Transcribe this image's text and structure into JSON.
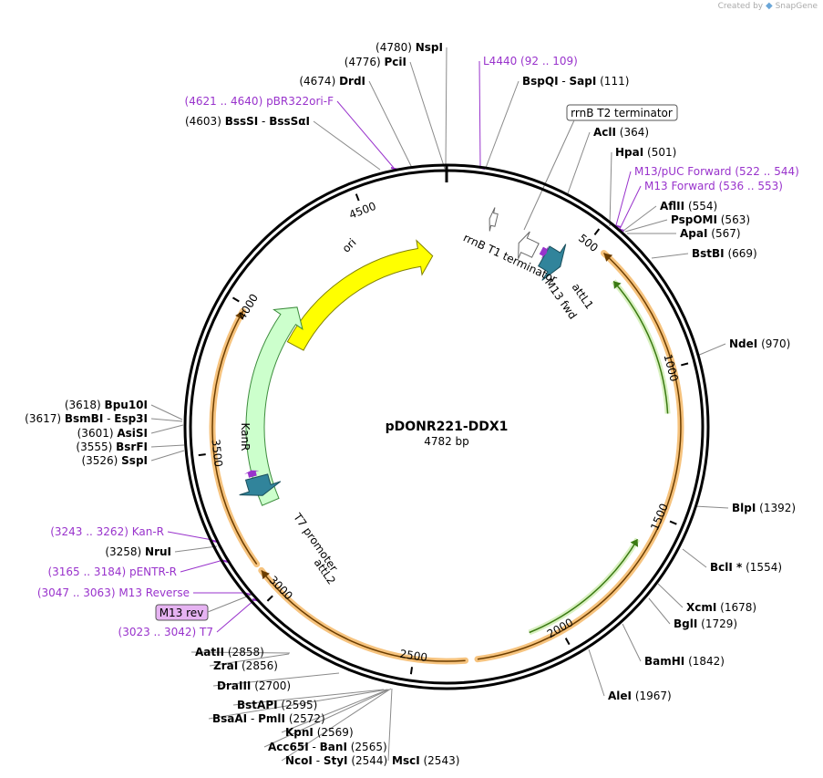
{
  "credit": {
    "created_by": "Created by",
    "app": "SnapGene"
  },
  "plasmid": {
    "name": "pDONR221-DDX1",
    "length_label": "4782 bp",
    "length": 4782
  },
  "colors": {
    "ori": "#ffff00",
    "kanr": "#ccffcc",
    "attl": "#31849b",
    "orange": "#f6c37e",
    "primer": "#9933cc",
    "green": "#3a7a12"
  },
  "ticks": [
    {
      "pos": 500,
      "label": "500"
    },
    {
      "pos": 1000,
      "label": "1000"
    },
    {
      "pos": 1500,
      "label": "1500"
    },
    {
      "pos": 2000,
      "label": "2000"
    },
    {
      "pos": 2500,
      "label": "2500"
    },
    {
      "pos": 3000,
      "label": "3000"
    },
    {
      "pos": 3500,
      "label": "3500"
    },
    {
      "pos": 4000,
      "label": "4000"
    },
    {
      "pos": 4500,
      "label": "4500"
    }
  ],
  "features": [
    {
      "id": "ori",
      "label": "ori"
    },
    {
      "id": "kanr",
      "label": "KanR"
    },
    {
      "id": "rrnb-t1",
      "label": "rrnB T1 terminator"
    },
    {
      "id": "rrnb-t2",
      "label": "rrnB T2 terminator"
    },
    {
      "id": "m13-fwd",
      "label": "M13 fwd"
    },
    {
      "id": "attl1",
      "label": "attL1"
    },
    {
      "id": "t7-promoter",
      "label": "T7 promoter"
    },
    {
      "id": "attl2",
      "label": "attL2"
    },
    {
      "id": "m13-rev",
      "label": "M13 rev"
    }
  ],
  "sites": [
    {
      "pos": "(4780)",
      "name": "NspI"
    },
    {
      "pos": "(4776)",
      "name": "PciI"
    },
    {
      "pos": "(4674)",
      "name": "DrdI"
    },
    {
      "pos": "(4621 .. 4640)",
      "name": "pBR322ori-F",
      "primer": true
    },
    {
      "pos": "(4603)",
      "name": "BssSI",
      "name2": "BssSαI"
    },
    {
      "pos": "(92 .. 109)",
      "name": "L4440",
      "primer": true
    },
    {
      "pos": "(111)",
      "name": "BspQI",
      "name2": "SapI"
    },
    {
      "pos": "(364)",
      "name": "AclI"
    },
    {
      "pos": "(501)",
      "name": "HpaI"
    },
    {
      "pos": "(522 .. 544)",
      "name": "M13/pUC Forward",
      "primer": true
    },
    {
      "pos": "(536 .. 553)",
      "name": "M13 Forward",
      "primer": true
    },
    {
      "pos": "(554)",
      "name": "AflII"
    },
    {
      "pos": "(563)",
      "name": "PspOMI"
    },
    {
      "pos": "(567)",
      "name": "ApaI"
    },
    {
      "pos": "(669)",
      "name": "BstBI"
    },
    {
      "pos": "(970)",
      "name": "NdeI"
    },
    {
      "pos": "(1392)",
      "name": "BlpI"
    },
    {
      "pos": "(1554)",
      "name": "BclI *"
    },
    {
      "pos": "(1678)",
      "name": "XcmI"
    },
    {
      "pos": "(1729)",
      "name": "BglI"
    },
    {
      "pos": "(1842)",
      "name": "BamHI"
    },
    {
      "pos": "(1967)",
      "name": "AleI"
    },
    {
      "pos": "(2543)",
      "name": "MscI"
    },
    {
      "pos": "(2544)",
      "name": "NcoI",
      "name2": "StyI"
    },
    {
      "pos": "(2565)",
      "name": "Acc65I",
      "name2": "BanI"
    },
    {
      "pos": "(2569)",
      "name": "KpnI"
    },
    {
      "pos": "(2572)",
      "name": "BsaAI",
      "name2": "PmlI"
    },
    {
      "pos": "(2595)",
      "name": "BstAPI"
    },
    {
      "pos": "(2700)",
      "name": "DraIII"
    },
    {
      "pos": "(2856)",
      "name": "ZraI"
    },
    {
      "pos": "(2858)",
      "name": "AatII"
    },
    {
      "pos": "(3023 .. 3042)",
      "name": "T7",
      "primer": true
    },
    {
      "pos": "(3047 .. 3063)",
      "name": "M13 Reverse",
      "primer": true
    },
    {
      "pos": "(3165 .. 3184)",
      "name": "pENTR-R",
      "primer": true
    },
    {
      "pos": "(3258)",
      "name": "NruI"
    },
    {
      "pos": "(3243 .. 3262)",
      "name": "Kan-R",
      "primer": true
    },
    {
      "pos": "(3526)",
      "name": "SspI"
    },
    {
      "pos": "(3555)",
      "name": "BsrFI"
    },
    {
      "pos": "(3601)",
      "name": "AsiSI"
    },
    {
      "pos": "(3617)",
      "name": "BsmBI",
      "name2": "Esp3I"
    },
    {
      "pos": "(3618)",
      "name": "Bpu10I"
    }
  ]
}
